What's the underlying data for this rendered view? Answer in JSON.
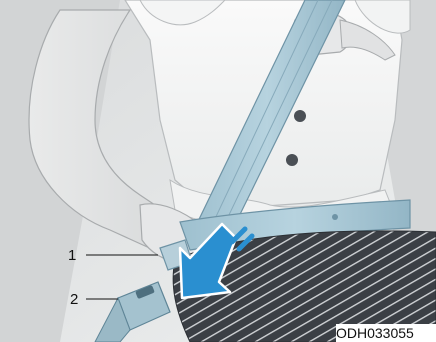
{
  "figure": {
    "callouts": [
      {
        "label": "1",
        "target": "tongue-plate"
      },
      {
        "label": "2",
        "target": "buckle"
      }
    ],
    "image_code": "ODH033055",
    "arrow_color": "#2a8fd0",
    "belt_color": "#a9c8d6",
    "skirt_color": "#3b3f45",
    "background_color": "#e4e6e7"
  }
}
